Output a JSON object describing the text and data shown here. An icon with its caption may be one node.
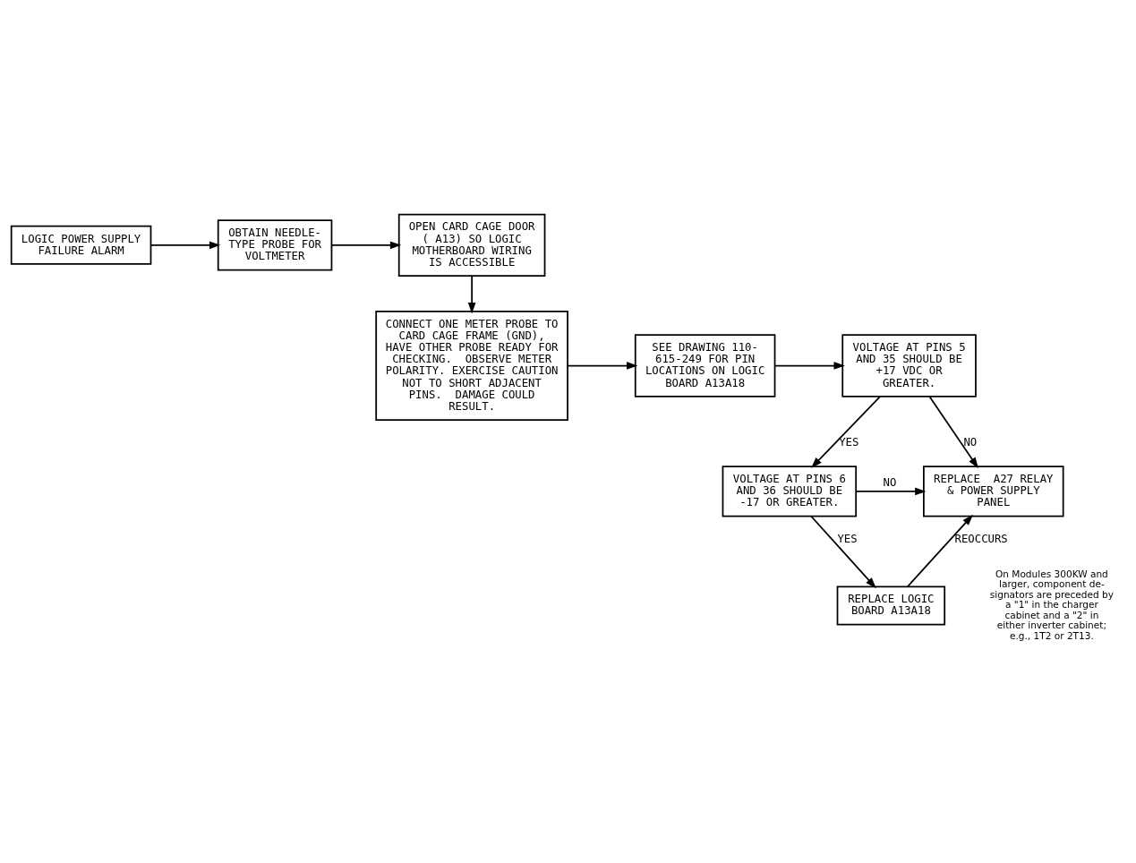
{
  "diagram": {
    "nodes": [
      {
        "text": [
          "LOGIC POWER SUPPLY FAILURE ALARM"
        ]
      },
      {
        "text": [
          "OBTAIN NEEDLE- TYPE PROBE FOR VOLTMETER"
        ]
      },
      {
        "text": [
          "OPEN CARD CAGE DOOR ( A13) SO LOGIC MOTHERBOARD WIRING IS ACCESSIBLE"
        ]
      },
      {
        "text": [
          "CONNECT ONE METER PROBE TO CARD CAGE FRAME (GND), HAVE OTHER PROBE READY FOR CHECKING.  OBSERVE METER POLARITY. EXERCISE CAUTION NOT TO SHORT ADJACENT PINS.  DAMAGE COULD RESULT."
        ]
      },
      {
        "text": [
          "SEE DRAWING 110- 615-249 FOR PIN LOCATIONS ON LOGIC BOARD A13A18"
        ]
      },
      {
        "text": [
          "VOLTAGE AT PINS 5 AND 35 SHOULD BE +17 VDC OR GREATER."
        ]
      },
      {
        "text": [
          "VOLTAGE AT PINS 6 AND 36 SHOULD BE -17 OR GREATER."
        ]
      },
      {
        "text": [
          "REPLACE  A27 RELAY & POWER SUPPLY PANEL"
        ]
      },
      {
        "text": [
          "REPLACE LOGIC BOARD A13A18"
        ]
      }
    ],
    "edges": [
      {
        "from": 0,
        "to": 1,
        "arrow": "to"
      },
      {
        "from": 1,
        "to": 2,
        "arrow": "to"
      },
      {
        "from": 2,
        "to": 3,
        "arrow": "to"
      },
      {
        "from": 3,
        "to": 4,
        "arrow": "to"
      },
      {
        "from": 4,
        "to": 5,
        "arrow": "to"
      },
      {
        "from": 5,
        "to": 6,
        "arrow": "to",
        "label": "YES"
      },
      {
        "from": 5,
        "to": 7,
        "arrow": "to",
        "label": "NO"
      },
      {
        "from": 6,
        "to": 7,
        "arrow": "to",
        "label": "NO"
      },
      {
        "from": 6,
        "to": 8,
        "arrow": "to",
        "label": "YES"
      },
      {
        "from": 8,
        "to": 7,
        "arrow": "to",
        "label": "REOCCURS"
      }
    ],
    "labels": [
      "On Modules 300KW and larger, component de- signators are preceded by a \"1\" in the charger cabinet and a \"2\" in either inverter cabinet; e.g., 1T2 or 2T13."
    ]
  }
}
